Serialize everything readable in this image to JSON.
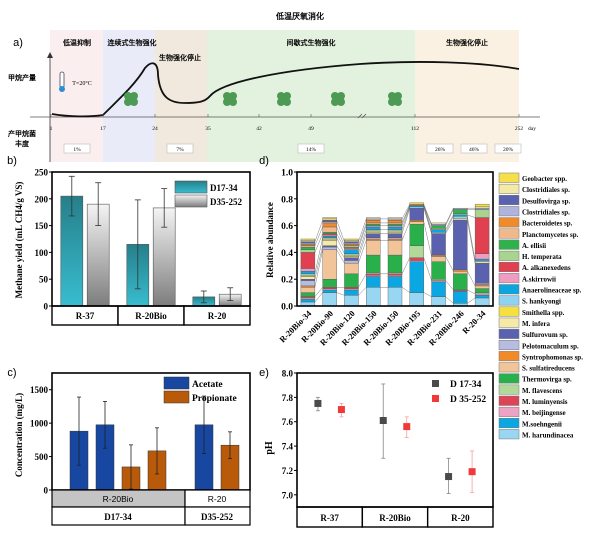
{
  "panel_a": {
    "label": "a)",
    "title": "低温厌氧消化",
    "phases": [
      "低温抑制",
      "连续式生物强化",
      "生物强化停止",
      "间歇式生物强化",
      "生物强化停止"
    ],
    "phase_colors": [
      "#fbeeee",
      "#e9ecf8",
      "#f1e9de",
      "#e3f2df",
      "#fbf1e2"
    ],
    "y_label_top": "甲烷产量",
    "y_label_bottom_1": "产甲烷菌",
    "y_label_bottom_2": "丰度",
    "temperature": "T=20°C",
    "days": [
      "1",
      "17",
      "24",
      "35",
      "42",
      "49",
      "112",
      "252"
    ],
    "day_unit": "day",
    "abundance": [
      "1%",
      "7%",
      "14%",
      "26%",
      "46%",
      "20%"
    ]
  },
  "chart_data": [
    {
      "panel": "b)",
      "type": "bar",
      "ylabel": "Methane yield (mL CH4/g VS)",
      "ylim": [
        0,
        250
      ],
      "yticks": [
        "0",
        "50",
        "100",
        "150",
        "200",
        "250"
      ],
      "categories": [
        "R-37",
        "R-20Bio",
        "R-20"
      ],
      "legend_placement": "top-right",
      "series": [
        {
          "name": "D17-34",
          "color": "#2fa8b8",
          "values": [
            205,
            115,
            17
          ],
          "errors": [
            37,
            83,
            11
          ]
        },
        {
          "name": "D35-252",
          "color": "#d8d8d8",
          "values": [
            190,
            183,
            22
          ],
          "errors": [
            40,
            36,
            12
          ]
        }
      ]
    },
    {
      "panel": "c)",
      "type": "bar",
      "ylabel": "Concentration (mg/L)",
      "ylim": [
        0,
        1750
      ],
      "yticks": [
        "0",
        "500",
        "1000",
        "1500"
      ],
      "legend_placement": "top-right",
      "legend": [
        {
          "name": "Acetate",
          "color": "#1747a0"
        },
        {
          "name": "Propionate",
          "color": "#b85a0a"
        }
      ],
      "bars": [
        {
          "series": "Acetate",
          "value": 880,
          "error": 510
        },
        {
          "series": "Acetate",
          "value": 975,
          "error": 350
        },
        {
          "series": "Propionate",
          "value": 345,
          "error": 330
        },
        {
          "series": "Propionate",
          "value": 585,
          "error": 345
        },
        {
          "series": "Acetate",
          "value": 975,
          "error": 430
        },
        {
          "series": "Propionate",
          "value": 670,
          "error": 200
        }
      ],
      "group_row_1": [
        "R-20Bio",
        "R-20"
      ],
      "group_row_2": [
        "D17-34",
        "D35-252"
      ]
    },
    {
      "panel": "d)",
      "type": "bar",
      "stacked": true,
      "ylabel": "Relative abundance",
      "ylim": [
        0,
        1.0
      ],
      "yticks": [
        "0.0",
        "0.2",
        "0.4",
        "0.6",
        "0.8",
        "1.0"
      ],
      "categories": [
        "R-20Bio-34",
        "R-20Bio-90",
        "R-20Bio-120",
        "R-20Bio-150",
        "R-20Bio-150",
        "R-20Bio-195",
        "R-20Bio-231",
        "R-20Bio-246",
        "R-20-34"
      ],
      "legend_placement": "right",
      "taxa": [
        {
          "name": "Geobacter spp.",
          "color": "#f5e04a",
          "values": [
            0.01,
            0.01,
            0.01,
            0,
            0,
            0.01,
            0,
            0,
            0.02
          ]
        },
        {
          "name": "Clostridiales sp.",
          "color": "#f3e9a8",
          "values": [
            0.01,
            0.01,
            0.01,
            0.01,
            0.01,
            0,
            0.01,
            0,
            0.01
          ]
        },
        {
          "name": "Desulfovirga sp.",
          "color": "#5a62b0",
          "values": [
            0.01,
            0.01,
            0.01,
            0,
            0,
            0,
            0,
            0,
            0
          ]
        },
        {
          "name": "Clostridiales sp.",
          "color": "#b0b4dd",
          "values": [
            0.01,
            0.01,
            0.01,
            0.01,
            0.01,
            0,
            0.01,
            0.01,
            0.01
          ]
        },
        {
          "name": "Bacteroidetes sp.",
          "color": "#f08a2a",
          "values": [
            0.01,
            0.03,
            0.01,
            0.02,
            0.02,
            0.01,
            0,
            0,
            0
          ]
        },
        {
          "name": "Planctomycetes sp.",
          "color": "#f1b98a",
          "values": [
            0.01,
            0.04,
            0.01,
            0.01,
            0.01,
            0,
            0,
            0,
            0
          ]
        },
        {
          "name": "A. ellisii",
          "color": "#2fb24c",
          "values": [
            0.02,
            0.01,
            0.01,
            0.01,
            0.01,
            0,
            0.02,
            0.03,
            0
          ]
        },
        {
          "name": "H. temperata",
          "color": "#a9d48f",
          "values": [
            0.02,
            0,
            0,
            0,
            0,
            0,
            0.01,
            0.01,
            0.06
          ]
        },
        {
          "name": "A. alkanexedens",
          "color": "#e0404f",
          "values": [
            0.12,
            0.01,
            0,
            0,
            0,
            0,
            0,
            0,
            0.27
          ]
        },
        {
          "name": "A.skirrowii",
          "color": "#ee9cc0",
          "values": [
            0.02,
            0.01,
            0.01,
            0.01,
            0.01,
            0,
            0,
            0,
            0.04
          ]
        },
        {
          "name": "Anaerolineaceae sp.",
          "color": "#0ba5e0",
          "values": [
            0.02,
            0.01,
            0.03,
            0.02,
            0.02,
            0.01,
            0.02,
            0.01,
            0.01
          ]
        },
        {
          "name": "S. hankyongi",
          "color": "#90d3f0",
          "values": [
            0.01,
            0.01,
            0.01,
            0.01,
            0.01,
            0.01,
            0.01,
            0.02,
            0.01
          ]
        },
        {
          "name": "Smithella spp.",
          "color": "#f5e040",
          "values": [
            0.01,
            0.01,
            0.01,
            0.01,
            0.01,
            0,
            0,
            0,
            0
          ]
        },
        {
          "name": "M. infera",
          "color": "#f5eaa8",
          "values": [
            0.02,
            0.04,
            0.01,
            0.01,
            0.01,
            0,
            0,
            0.01,
            0.01
          ]
        },
        {
          "name": "Sulfurovum sp.",
          "color": "#5a62b0",
          "values": [
            0.01,
            0.01,
            0.02,
            0.03,
            0.03,
            0.09,
            0.16,
            0.37,
            0.15
          ]
        },
        {
          "name": "Pelotomaculum sp.",
          "color": "#b8bce0",
          "values": [
            0.04,
            0.02,
            0.02,
            0.01,
            0.01,
            0,
            0,
            0,
            0.01
          ]
        },
        {
          "name": "Syntrophomonas sp.",
          "color": "#f28a2a",
          "values": [
            0.01,
            0,
            0,
            0.01,
            0.01,
            0.01,
            0.01,
            0.01,
            0.01
          ]
        },
        {
          "name": "S. sulfatireducens",
          "color": "#f2c49a",
          "values": [
            0.04,
            0.22,
            0.08,
            0.11,
            0.11,
            0.02,
            0.04,
            0.02,
            0.02
          ]
        },
        {
          "name": "Thermovirga sp.",
          "color": "#2ab04a",
          "values": [
            0.03,
            0.06,
            0.1,
            0.13,
            0.13,
            0.16,
            0.13,
            0.12,
            0.03
          ]
        },
        {
          "name": "M. flavescens",
          "color": "#b2d99a",
          "values": [
            0,
            0,
            0,
            0.01,
            0.01,
            0.09,
            0.01,
            0,
            0.01
          ]
        },
        {
          "name": "M. luminyensis",
          "color": "#dd4455",
          "values": [
            0.01,
            0.01,
            0.01,
            0.01,
            0.01,
            0.02,
            0,
            0.01,
            0
          ]
        },
        {
          "name": "M. beijingense",
          "color": "#eea3c4",
          "values": [
            0.01,
            0.01,
            0.01,
            0.01,
            0.01,
            0.01,
            0.01,
            0,
            0.01
          ]
        },
        {
          "name": "M.soehngenii",
          "color": "#0aa7e2",
          "values": [
            0.02,
            0.02,
            0.04,
            0.08,
            0.08,
            0.23,
            0.11,
            0.09,
            0.02
          ]
        },
        {
          "name": "M. harundinacea",
          "color": "#98d6f2",
          "values": [
            0.03,
            0.1,
            0.08,
            0.14,
            0.14,
            0.1,
            0.07,
            0.02,
            0.06
          ]
        }
      ]
    },
    {
      "panel": "e)",
      "type": "scatter",
      "ylabel": "pH",
      "ylim": [
        6.9,
        8.0
      ],
      "yticks": [
        "7.0",
        "7.2",
        "7.4",
        "7.6",
        "7.8",
        "8.0"
      ],
      "categories": [
        "R-37",
        "R-20Bio",
        "R-20"
      ],
      "legend_placement": "top-right",
      "series": [
        {
          "name": "D 17-34",
          "color": "#4a4a4a",
          "values": [
            7.75,
            7.61,
            7.15
          ],
          "low": [
            7.69,
            7.3,
            7.01
          ],
          "high": [
            7.8,
            7.91,
            7.3
          ]
        },
        {
          "name": "D 35-252",
          "color": "#f03a3a",
          "values": [
            7.7,
            7.56,
            7.19
          ],
          "low": [
            7.64,
            7.47,
            7.02
          ],
          "high": [
            7.75,
            7.64,
            7.36
          ]
        }
      ]
    }
  ]
}
